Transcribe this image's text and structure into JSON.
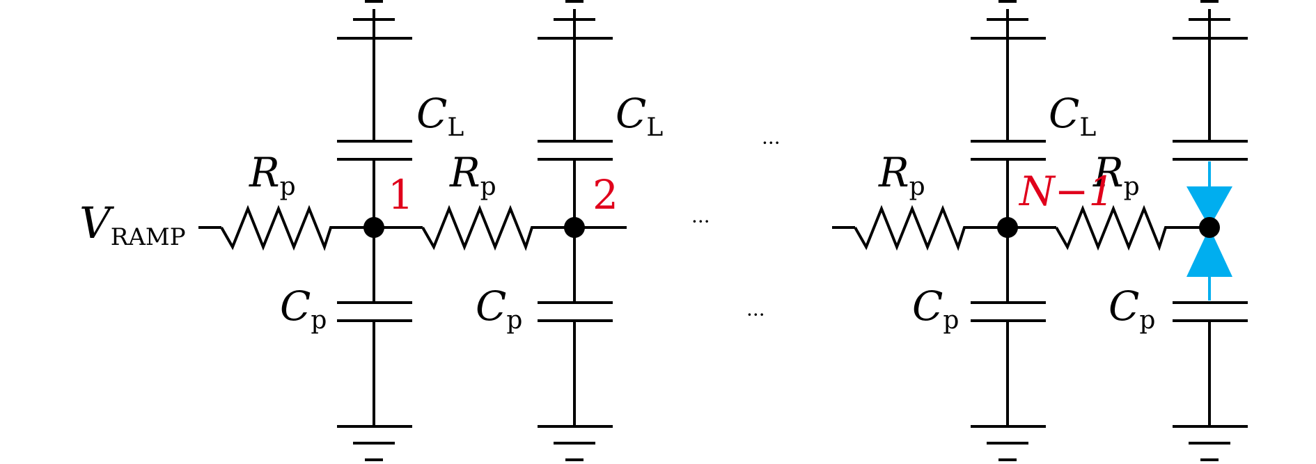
{
  "input_label": {
    "main": "V",
    "sub": "RAMP"
  },
  "resistor_label": {
    "main": "R",
    "sub": "p"
  },
  "load_cap_label": {
    "main": "C",
    "sub": "L"
  },
  "ground_cap_label": {
    "main": "C",
    "sub": "p"
  },
  "nodes": [
    "1",
    "2",
    "N−1"
  ],
  "ellipsis": "···",
  "colors": {
    "wire": "#000000",
    "node_label": "#e0001b",
    "probe_arrow": "#00aeef"
  }
}
